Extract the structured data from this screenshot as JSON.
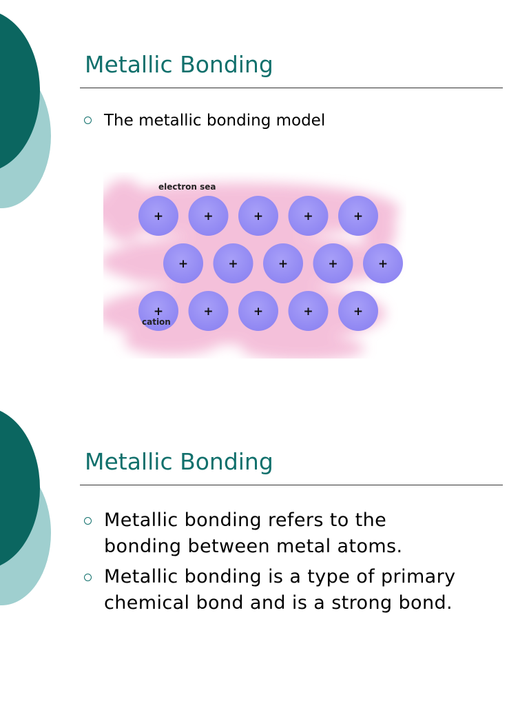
{
  "slides": [
    {
      "title": "Metallic Bonding",
      "bullets": [
        "The metallic bonding model"
      ],
      "diagram": {
        "electron_sea_label": "electron sea",
        "cation_label": "cation",
        "ion_symbol": "+",
        "rows": [
          5,
          5,
          5
        ],
        "colors": {
          "ion": "#8f86f2",
          "electron_sea": "#f3b6d4"
        }
      }
    },
    {
      "title": "Metallic Bonding",
      "bullets": [
        "Metallic bonding refers to the\nbonding between metal atoms.",
        "Metallic bonding is a type of primary\nchemical bond and is a strong bond."
      ]
    }
  ],
  "colors": {
    "accent": "#11706c",
    "circle_dark": "#0b6660",
    "circle_light": "#9fcfcf"
  }
}
